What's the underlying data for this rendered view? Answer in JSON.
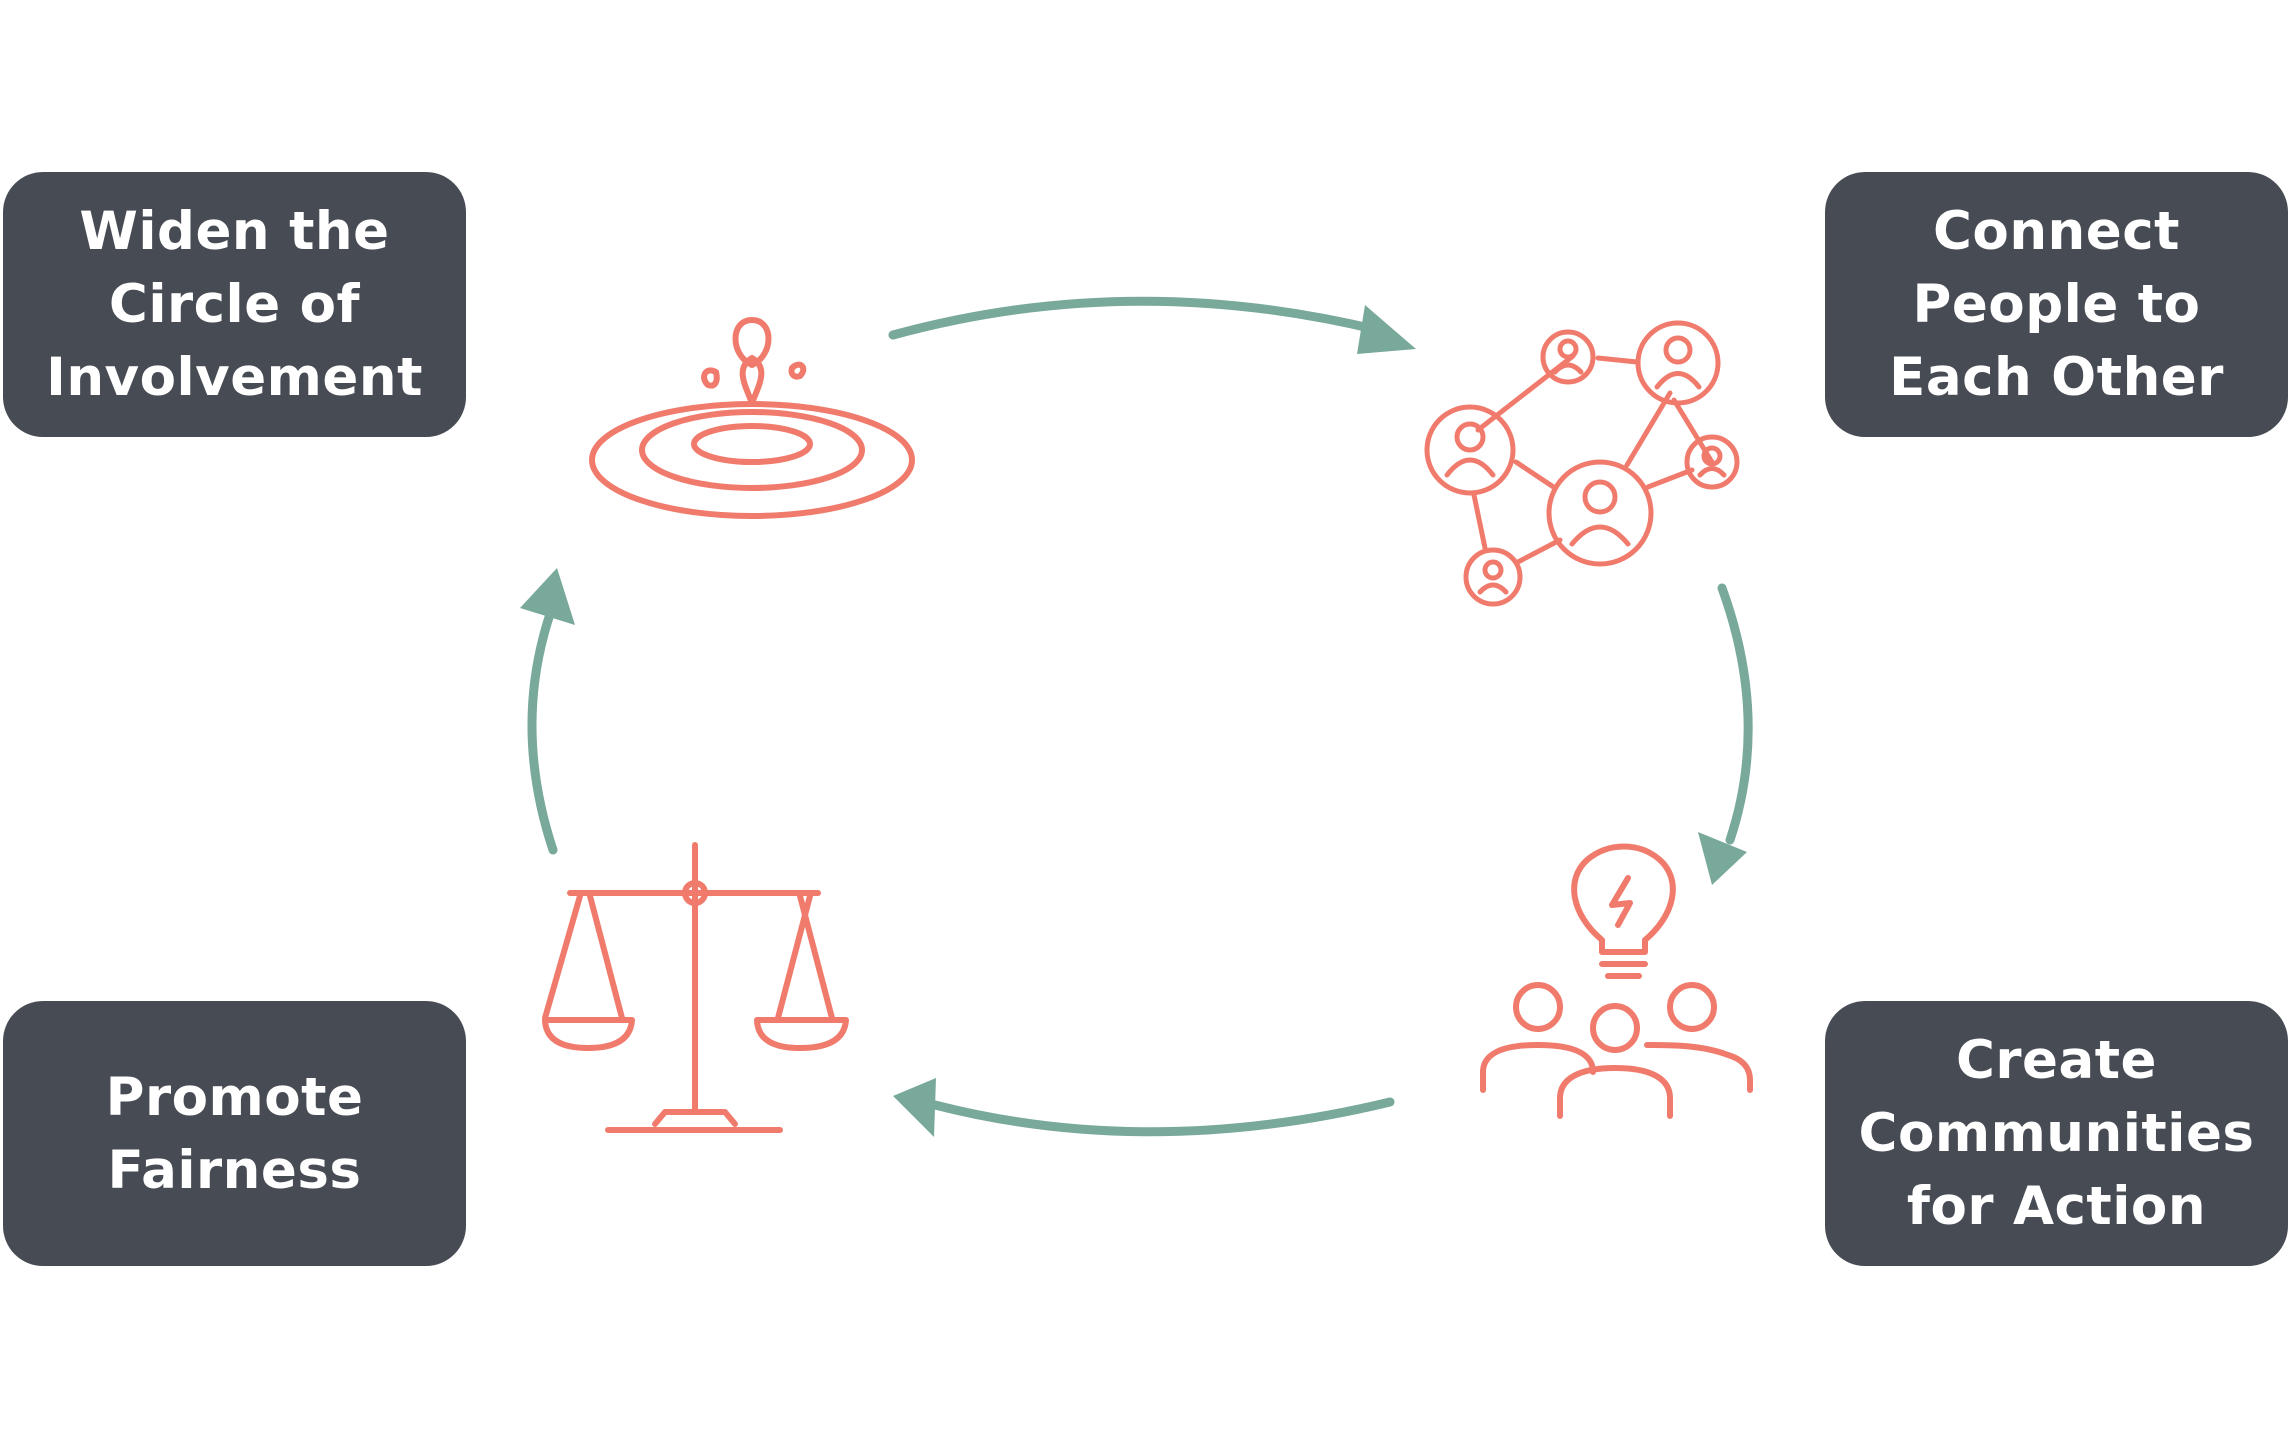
{
  "colors": {
    "box": "#474c54",
    "box_text": "#ffffff",
    "icon": "#f07b6c",
    "arrow": "#78a99a",
    "background": "#ffffff"
  },
  "steps": [
    {
      "label": "Widen the\nCircle of\nInvolvement",
      "icon": "water-drop-ripple-icon"
    },
    {
      "label": "Connect\nPeople to\nEach Other",
      "icon": "people-network-icon"
    },
    {
      "label": "Create\nCommunities\nfor Action",
      "icon": "group-lightbulb-icon"
    },
    {
      "label": "Promote\nFairness",
      "icon": "balance-scale-icon"
    }
  ],
  "flow": "clockwise cycle"
}
